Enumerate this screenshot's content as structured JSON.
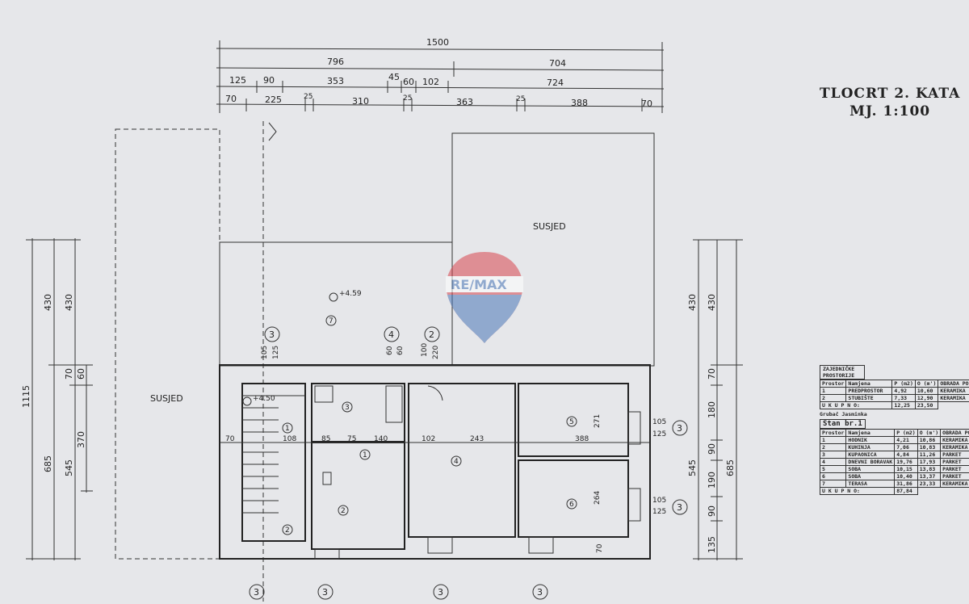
{
  "title": {
    "line1": "TLOCRT 2. KATA",
    "line2": "MJ. 1:100"
  },
  "labels": {
    "neighbor_left": "SUSJED",
    "neighbor_right": "SUSJED",
    "elevation_terrace": "+4.59",
    "elevation_stair": "+4.50",
    "watermark": "RE/MAX"
  },
  "dims_top": {
    "row1": [
      "1500"
    ],
    "row2": [
      "796",
      "704"
    ],
    "row3": [
      "125",
      "90",
      "353",
      "45",
      "60",
      "102",
      "724"
    ],
    "row4": [
      "70",
      "225",
      "25",
      "310",
      "25",
      "363",
      "25",
      "388",
      "70"
    ]
  },
  "dims_left": {
    "col1": [
      "1115"
    ],
    "col2": [
      "430",
      "685"
    ],
    "col3": [
      "430",
      "70",
      "545"
    ],
    "col4": [
      "60",
      "370"
    ]
  },
  "dims_right": {
    "col1": [
      "430",
      "545"
    ],
    "col2": [
      "430",
      "70",
      "180",
      "90",
      "190",
      "90",
      "135"
    ],
    "col3": [
      "685"
    ]
  },
  "dims_inner": [
    "70",
    "85",
    "75",
    "140",
    "102",
    "243",
    "388",
    "108",
    "271",
    "264",
    "70",
    "105",
    "125",
    "105",
    "125",
    "60",
    "60",
    "100",
    "220",
    "105",
    "125"
  ],
  "room_markers": [
    "1",
    "2",
    "3",
    "4",
    "5",
    "6",
    "7",
    "1",
    "2"
  ],
  "window_markers": [
    "3",
    "4",
    "2",
    "3",
    "3",
    "3",
    "3",
    "3",
    "3",
    "3"
  ],
  "common_table": {
    "heading": "ZAJEDNIČKE PROSTORIJE",
    "columns": [
      "Prostor",
      "Namjena",
      "P (m2)",
      "O (m')",
      "OBRADA PODA"
    ],
    "rows": [
      {
        "no": "1",
        "name": "PREDPROSTOR",
        "p": "4,92",
        "o": "10,60",
        "floor": "KERAMIKA"
      },
      {
        "no": "2",
        "name": "STUBIŠTE",
        "p": "7,33",
        "o": "12,90",
        "floor": "KERAMIKA"
      }
    ],
    "total_label": "U K U P N O:",
    "total_p": "12,25",
    "total_o": "23,50"
  },
  "owner": "Grubač Jasminka",
  "unit_table": {
    "heading": "Stan br.1",
    "columns": [
      "Prostor",
      "Namjena",
      "P (m2)",
      "O (m')",
      "OBRADA PODA"
    ],
    "rows": [
      {
        "no": "1",
        "name": "HODNIK",
        "p": "4,21",
        "o": "10,86",
        "floor": "KERAMIKA"
      },
      {
        "no": "2",
        "name": "KUHINJA",
        "p": "7,06",
        "o": "10,83",
        "floor": "KERAMIKA"
      },
      {
        "no": "3",
        "name": "KUPAONICA",
        "p": "4,84",
        "o": "11,26",
        "floor": "PARKET"
      },
      {
        "no": "4",
        "name": "DNEVNI BORAVAK",
        "p": "19,76",
        "o": "17,93",
        "floor": "PARKET"
      },
      {
        "no": "5",
        "name": "SOBA",
        "p": "10,15",
        "o": "13,83",
        "floor": "PARKET"
      },
      {
        "no": "6",
        "name": "SOBA",
        "p": "10,40",
        "o": "13,37",
        "floor": "PARKET"
      },
      {
        "no": "7",
        "name": "TERASA",
        "p": "31,86",
        "o": "23,33",
        "floor": "KERAMIKA"
      }
    ],
    "total_label": "U K U P N O:",
    "total_p": "87,84"
  },
  "colors": {
    "paper": "#e6e7ea",
    "ink": "#222222",
    "watermark_red": "#d9474f",
    "watermark_blue": "#4a78b8"
  }
}
